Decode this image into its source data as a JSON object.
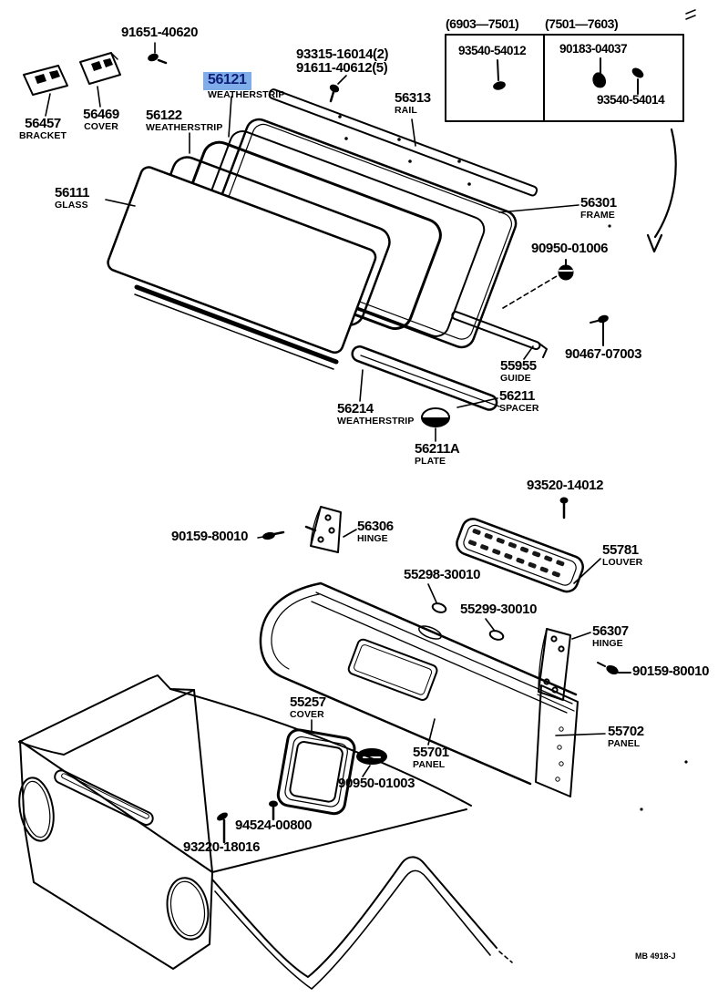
{
  "doc": {
    "code": "MB 4918-J"
  },
  "highlight": {
    "bg": "#7fadea",
    "fg": "#0f1f78",
    "selected_part": "56121"
  },
  "variant_box": {
    "header_left": "(6903—7501)",
    "header_right": "(7501—7603)",
    "left_part": "93540-54012",
    "right_part_top": "90183-04037",
    "right_part_bottom": "93540-54014"
  },
  "labels": [
    {
      "number": "91651-40620"
    },
    {
      "number": "56457",
      "name": "BRACKET"
    },
    {
      "number": "56469",
      "name": "COVER"
    },
    {
      "number": "56122",
      "name": "WEATHERSTRIP"
    },
    {
      "number": "56121",
      "name": "WEATHERSTRIP"
    },
    {
      "number": "93315-16014(2)"
    },
    {
      "number": "91611-40612(5)"
    },
    {
      "number": "56313",
      "name": "RAIL"
    },
    {
      "number": "56111",
      "name": "GLASS"
    },
    {
      "number": "56301",
      "name": "FRAME"
    },
    {
      "number": "90950-01006"
    },
    {
      "number": "90467-07003"
    },
    {
      "number": "55955",
      "name": "GUIDE"
    },
    {
      "number": "56214",
      "name": "WEATHERSTRIP"
    },
    {
      "number": "56211",
      "name": "SPACER"
    },
    {
      "number": "56211A",
      "name": "PLATE"
    },
    {
      "number": "93520-14012"
    },
    {
      "number": "90159-80010"
    },
    {
      "number": "56306",
      "name": "HINGE"
    },
    {
      "number": "55781",
      "name": "LOUVER"
    },
    {
      "number": "55298-30010"
    },
    {
      "number": "55299-30010"
    },
    {
      "number": "56307",
      "name": "HINGE"
    },
    {
      "number": "90159-80010"
    },
    {
      "number": "55257",
      "name": "COVER"
    },
    {
      "number": "55701",
      "name": "PANEL"
    },
    {
      "number": "55702",
      "name": "PANEL"
    },
    {
      "number": "90950-01003"
    },
    {
      "number": "94524-00800"
    },
    {
      "number": "93220-18016"
    }
  ]
}
